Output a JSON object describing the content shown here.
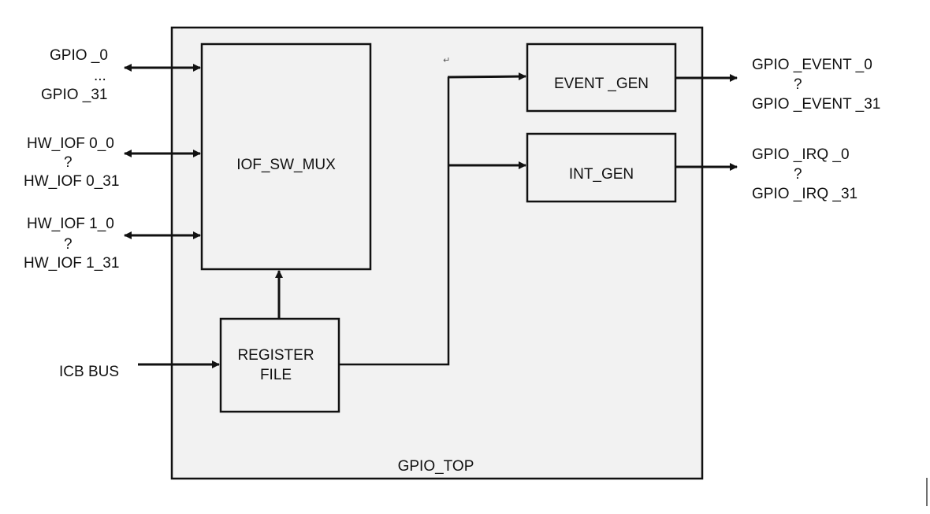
{
  "container": {
    "label": "GPIO_TOP"
  },
  "blocks": {
    "iof_sw_mux": "IOF_SW_MUX",
    "register_file": {
      "line1": "REGISTER",
      "line2": "FILE"
    },
    "event_gen": "EVENT _GEN",
    "int_gen": "INT_GEN"
  },
  "inputs": {
    "gpio": {
      "first": "GPIO _0",
      "mid": "...",
      "last": "GPIO _31"
    },
    "hw_iof0": {
      "first": "HW_IOF 0_0",
      "mid": "?",
      "last": "HW_IOF 0_31"
    },
    "hw_iof1": {
      "first": "HW_IOF 1_0",
      "mid": "?",
      "last": "HW_IOF 1_31"
    },
    "icb_bus": "ICB BUS"
  },
  "outputs": {
    "gpio_event": {
      "first": "GPIO _EVENT _0",
      "mid": "?",
      "last": "GPIO _EVENT _31"
    },
    "gpio_irq": {
      "first": "GPIO _IRQ _0",
      "mid": "?",
      "last": "GPIO _IRQ _31"
    }
  },
  "marks": {
    "return_glyph": "↵"
  },
  "colors": {
    "container_fill": "#f2f2f2",
    "line": "#111111"
  }
}
